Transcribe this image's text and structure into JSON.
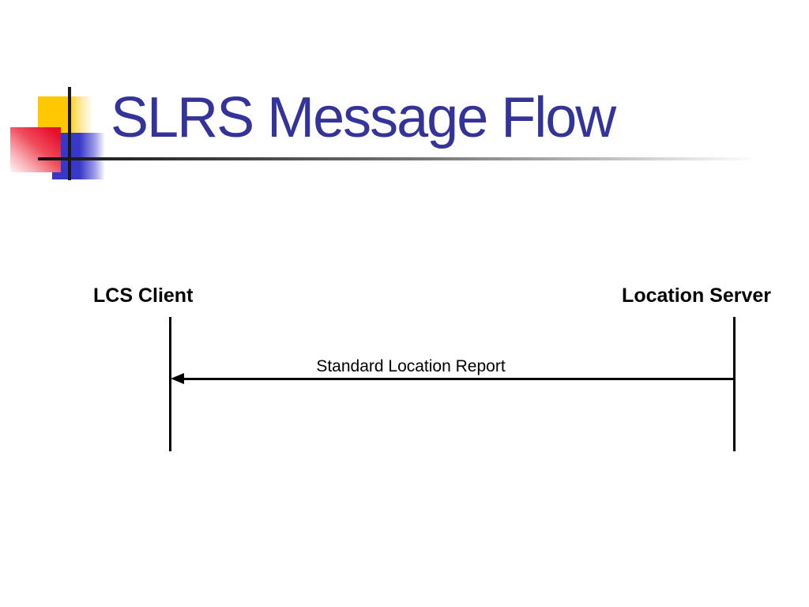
{
  "slide": {
    "title": "SLRS Message Flow",
    "colors": {
      "title_text": "#333399",
      "decor_yellow": "#FFC800",
      "decor_red": "#E8112D",
      "decor_blue": "#3838C8",
      "diagram_lines": "#000000",
      "background": "#FFFFFF"
    },
    "diagram": {
      "actors": [
        {
          "name": "LCS Client"
        },
        {
          "name": "Location Server"
        }
      ],
      "messages": [
        {
          "label": "Standard Location Report",
          "from": "Location Server",
          "to": "LCS Client",
          "direction": "left"
        }
      ]
    }
  }
}
